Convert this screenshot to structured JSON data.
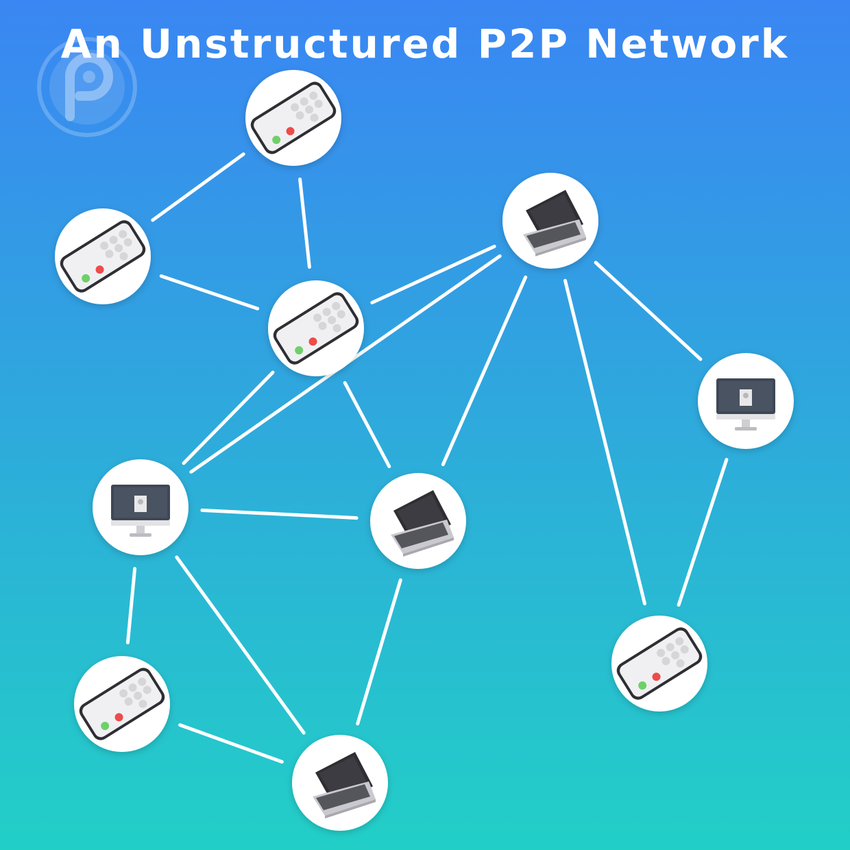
{
  "title": "An Unstructured P2P Network",
  "logo_icon": "p2p-logo-icon",
  "colors": {
    "gradient_top": "#3a86f3",
    "gradient_bottom": "#22cfc7",
    "edge": "#ffffff",
    "node_fill": "#ffffff"
  },
  "nodes": [
    {
      "id": "phone-top",
      "type": "phone"
    },
    {
      "id": "phone-left",
      "type": "phone"
    },
    {
      "id": "phone-center",
      "type": "phone"
    },
    {
      "id": "laptop-top-right",
      "type": "laptop"
    },
    {
      "id": "desktop-right",
      "type": "desktop"
    },
    {
      "id": "desktop-left",
      "type": "desktop"
    },
    {
      "id": "laptop-center",
      "type": "laptop"
    },
    {
      "id": "phone-bottom-left",
      "type": "phone"
    },
    {
      "id": "laptop-bottom",
      "type": "laptop"
    },
    {
      "id": "phone-bottom-right",
      "type": "phone"
    }
  ],
  "edges": [
    [
      "phone-top",
      "phone-left"
    ],
    [
      "phone-top",
      "phone-center"
    ],
    [
      "phone-left",
      "phone-center"
    ],
    [
      "phone-center",
      "laptop-top-right"
    ],
    [
      "phone-center",
      "desktop-left"
    ],
    [
      "phone-center",
      "laptop-center"
    ],
    [
      "laptop-top-right",
      "desktop-left"
    ],
    [
      "laptop-top-right",
      "laptop-center"
    ],
    [
      "laptop-top-right",
      "desktop-right"
    ],
    [
      "laptop-top-right",
      "phone-bottom-right"
    ],
    [
      "desktop-right",
      "phone-bottom-right"
    ],
    [
      "desktop-left",
      "laptop-center"
    ],
    [
      "desktop-left",
      "phone-bottom-left"
    ],
    [
      "desktop-left",
      "laptop-bottom"
    ],
    [
      "laptop-center",
      "laptop-bottom"
    ],
    [
      "phone-bottom-left",
      "laptop-bottom"
    ]
  ]
}
